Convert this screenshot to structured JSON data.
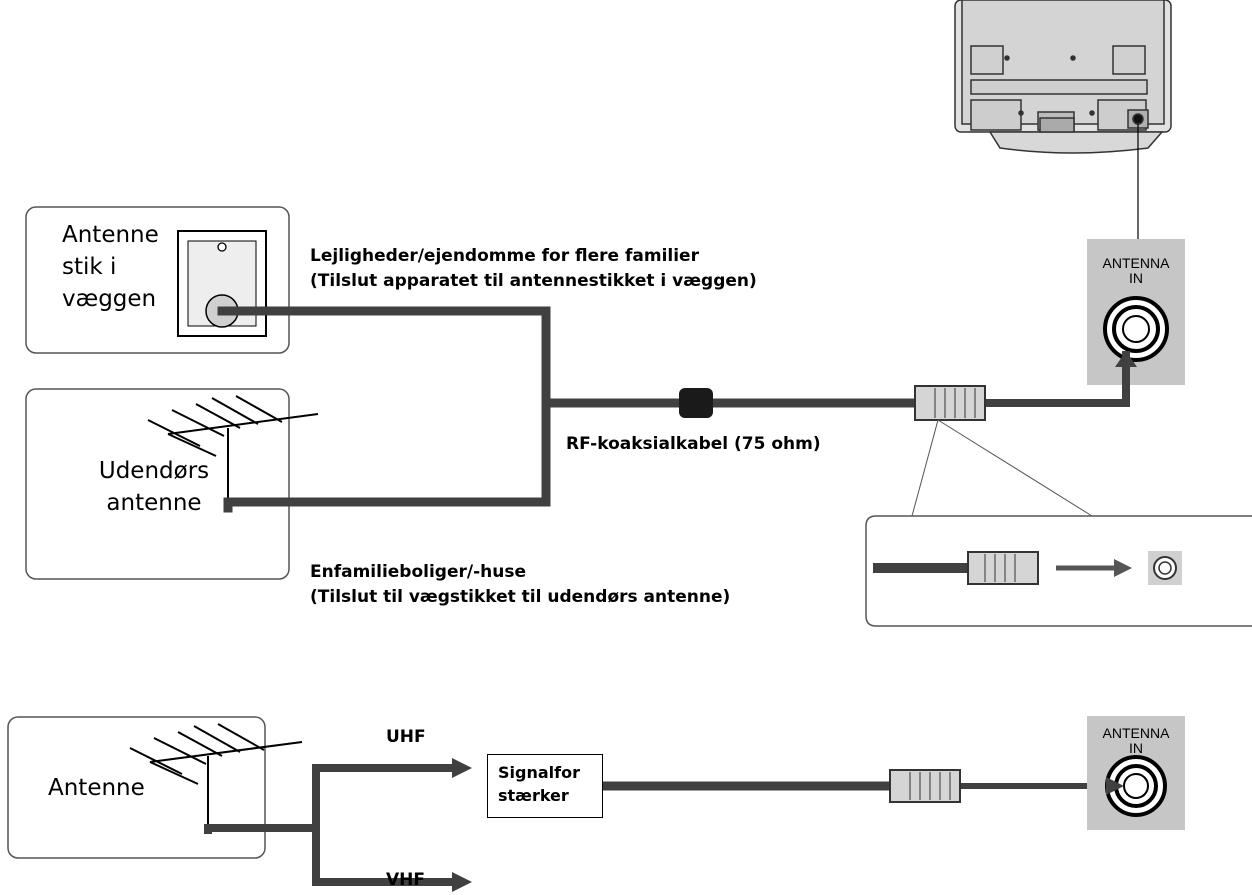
{
  "wall_socket": {
    "label_line1": "Antenne",
    "label_line2": "stik i",
    "label_line3": "væggen"
  },
  "outdoor_antenna": {
    "label_line1": "Udendørs",
    "label_line2": "antenne"
  },
  "apartments": {
    "line1": "Lejligheder/ejendomme for flere familier",
    "line2": "(Tilslut apparatet til antennestikket i væggen)"
  },
  "houses": {
    "line1": "Enfamilieboliger/-huse",
    "line2": "(Tilslut til vægstikket til udendørs antenne)"
  },
  "cable": {
    "label": "RF-koaksialkabel (75 ohm)"
  },
  "tv_port": {
    "line1": "ANTENNA",
    "line2": "IN"
  },
  "amplifier_section": {
    "antenna_label": "Antenne",
    "uhf_label": "UHF",
    "vhf_label": "VHF",
    "amplifier_line1": "Signalfor",
    "amplifier_line2": "stærker",
    "port_line1": "ANTENNA",
    "port_line2": "IN"
  },
  "colors": {
    "cable": "#404040",
    "port_panel": "#c6c6c6",
    "tv_body": "#e2e2e2",
    "box_border": "#555555"
  }
}
